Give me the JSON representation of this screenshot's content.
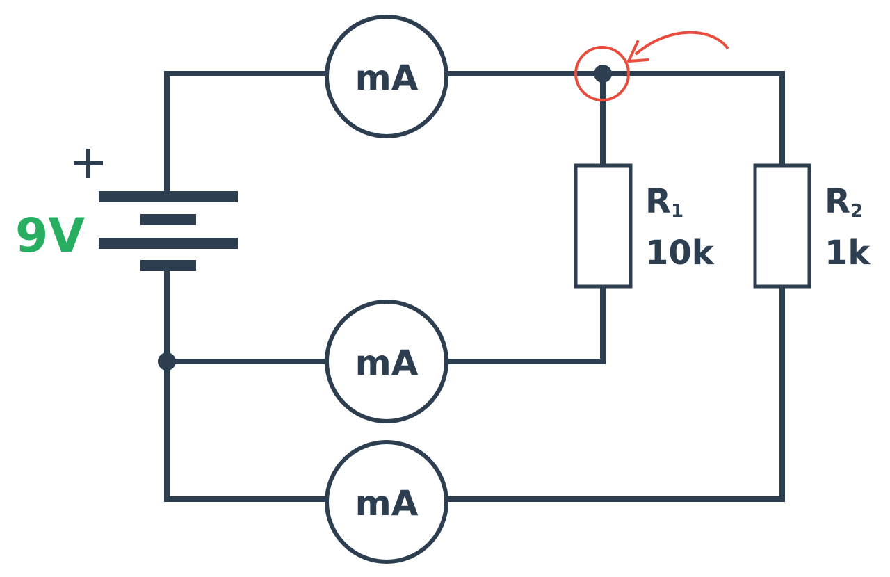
{
  "battery": {
    "voltage_label": "9V",
    "voltage_color": "#27ae60",
    "positive_sign": "+"
  },
  "meters": [
    {
      "id": "top",
      "label": "mA"
    },
    {
      "id": "middle",
      "label": "mA"
    },
    {
      "id": "bottom",
      "label": "mA"
    }
  ],
  "resistors": [
    {
      "id": "R1",
      "name": "R",
      "subscript": "1",
      "value": "10k"
    },
    {
      "id": "R2",
      "name": "R",
      "subscript": "2",
      "value": "1k"
    }
  ],
  "highlight": {
    "target": "top-right junction node",
    "color": "#e74c3c",
    "icon": "curved-arrow-icon"
  },
  "colors": {
    "wire": "#2c3e50",
    "highlight": "#e74c3c",
    "voltage": "#27ae60"
  }
}
